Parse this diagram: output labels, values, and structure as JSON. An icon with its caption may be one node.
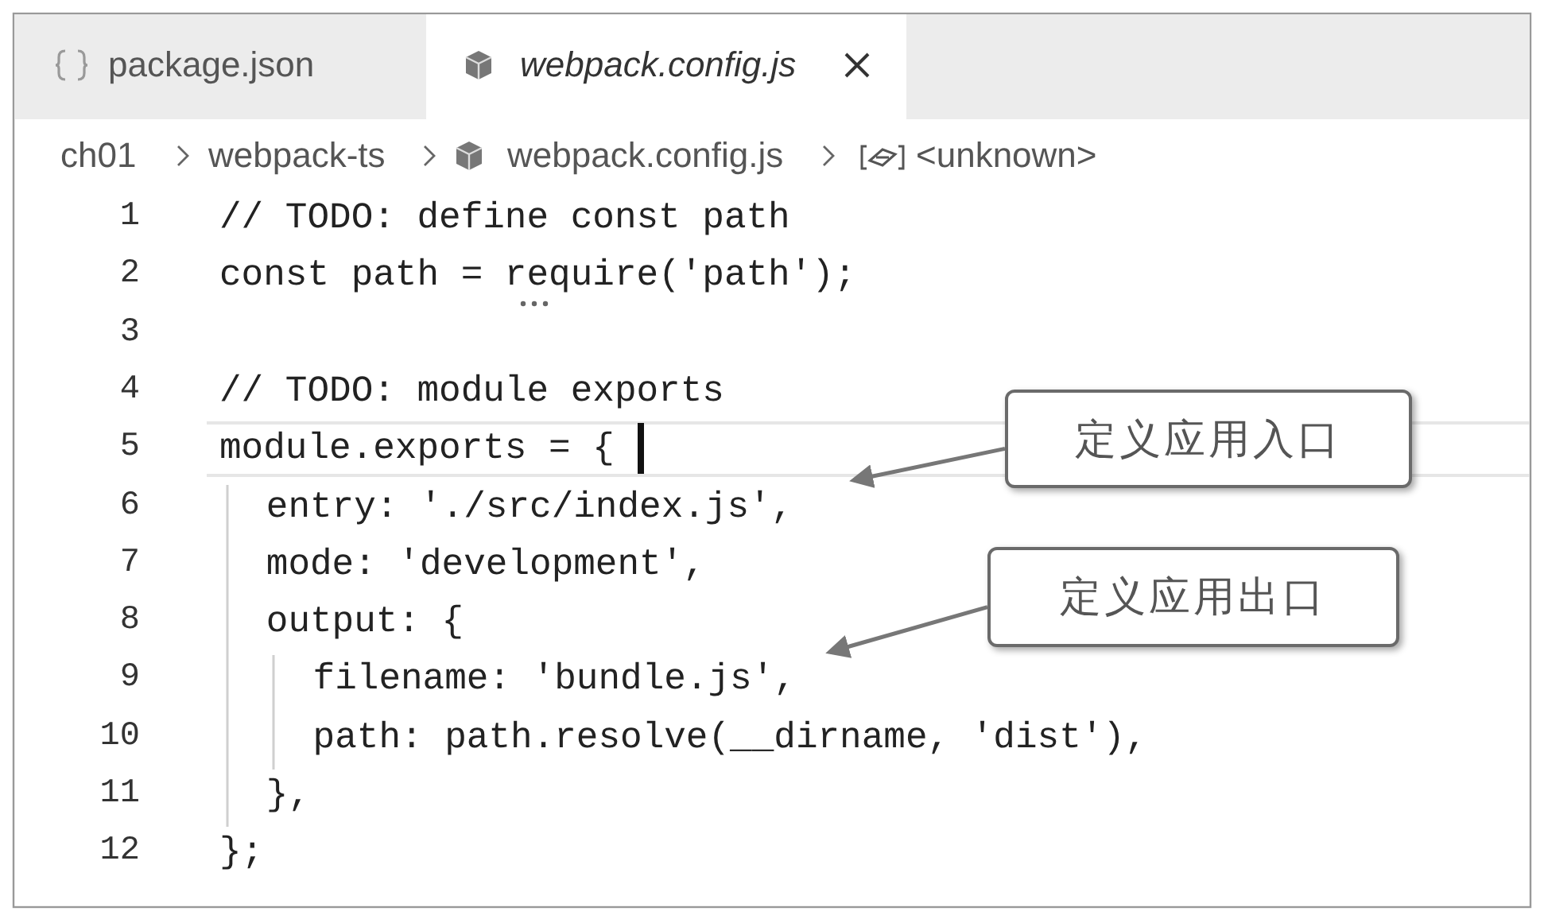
{
  "diagram": {
    "nodes": [
      {
        "text": [
          "定义应用入口"
        ]
      },
      {
        "text": [
          "定义应用出口"
        ]
      }
    ],
    "edges": [
      {
        "from": 0,
        "to": null,
        "arrow": "to"
      },
      {
        "from": 1,
        "to": null,
        "arrow": "to"
      }
    ],
    "labels": [
      "package.json",
      "webpack.config.js",
      "ch01",
      "webpack-ts",
      "webpack.config.js",
      "<unknown>",
      "1",
      "// TODO: define const path",
      "2",
      "const path = require('path');",
      "3",
      "4",
      "// TODO: module exports",
      "5",
      "module.exports = {",
      "6",
      "entry: './src/index.js',",
      "7",
      "mode: 'development',",
      "8",
      "output: {",
      "9",
      "filename: 'bundle.js',",
      "10",
      "path: path.resolve(__dirname, 'dist'),",
      "11",
      "},",
      "12",
      "};"
    ]
  }
}
